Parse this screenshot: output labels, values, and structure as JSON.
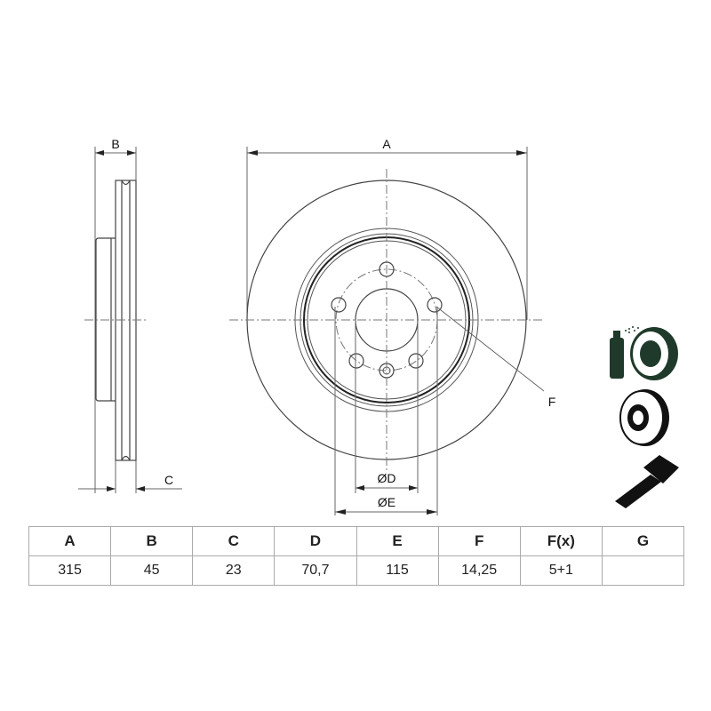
{
  "drawing": {
    "dimension_labels": {
      "A": "A",
      "B": "B",
      "C": "C",
      "D": "ØD",
      "E": "ØE",
      "F": "F"
    }
  },
  "spec_table": {
    "headers": [
      "A",
      "B",
      "C",
      "D",
      "E",
      "F",
      "F(x)",
      "G"
    ],
    "values": [
      "315",
      "45",
      "23",
      "70,7",
      "115",
      "14,25",
      "5+1",
      ""
    ]
  },
  "icons": [
    "brake-cleaner-spray-icon",
    "ventilated-disc-icon",
    "countersunk-screw-icon"
  ]
}
